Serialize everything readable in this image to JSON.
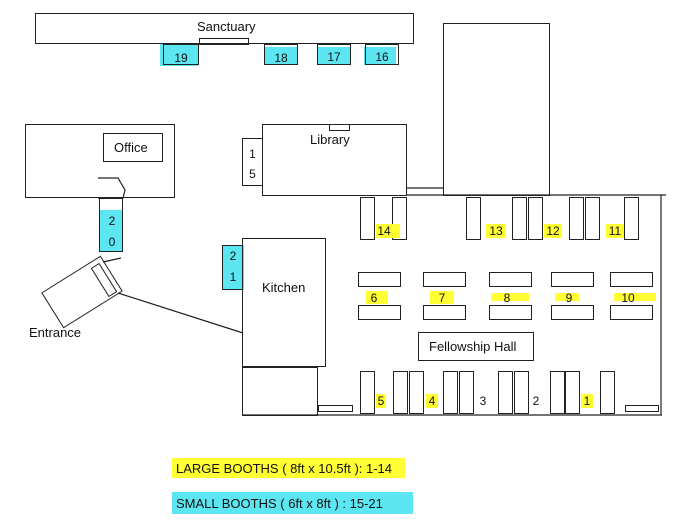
{
  "labels": {
    "sanctuary": "Sanctuary",
    "office": "Office",
    "library": "Library",
    "kitchen": "Kitchen",
    "entrance": "Entrance",
    "fellowship_hall": "Fellowship Hall"
  },
  "booths": {
    "b1": "1",
    "b2": "2",
    "b3": "3",
    "b4": "4",
    "b5": "5",
    "b6": "6",
    "b7": "7",
    "b8": "8",
    "b9": "9",
    "b10": "10",
    "b11": "11",
    "b12": "12",
    "b13": "13",
    "b14": "14",
    "b15_top": "1",
    "b15_bottom": "5",
    "b16": "16",
    "b17": "17",
    "b18": "18",
    "b19": "19",
    "b20_top": "2",
    "b20_bottom": "0",
    "b21_top": "2",
    "b21_bottom": "1"
  },
  "legend": {
    "large": "LARGE BOOTHS ( 8ft x 10.5ft ):  1-14",
    "small": "SMALL BOOTHS ( 6ft x 8ft ) :   15-21"
  },
  "colors": {
    "small_booth": "#5ce6f2",
    "large_booth": "#ffff33"
  }
}
